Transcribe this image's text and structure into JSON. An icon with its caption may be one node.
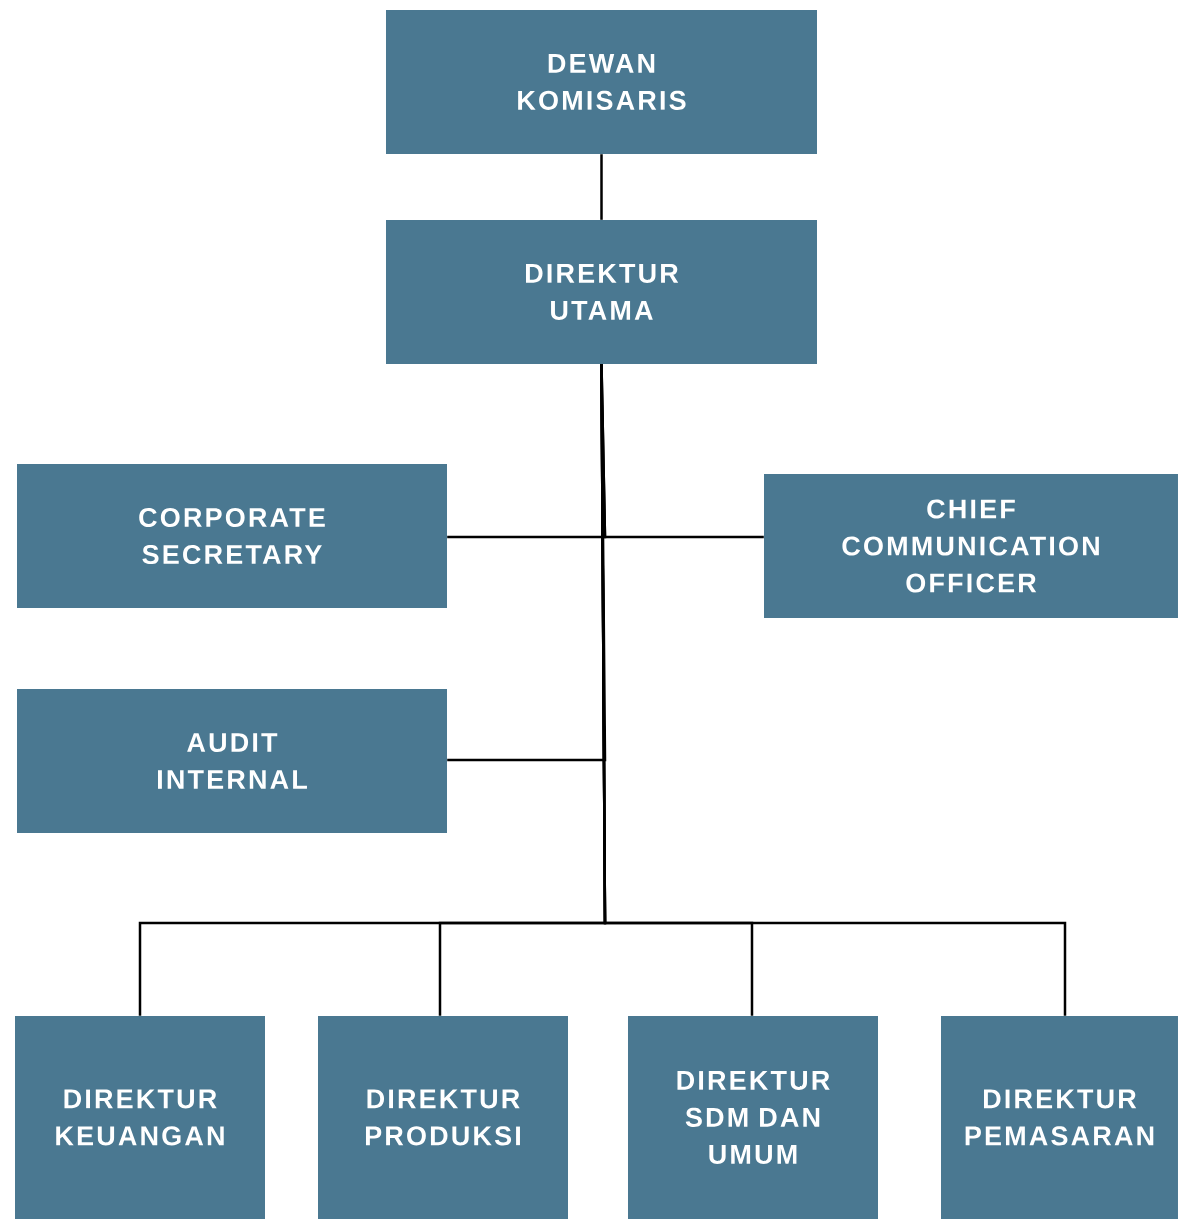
{
  "diagram": {
    "nodes": [
      {
        "text": [
          "DEWAN KOMISARIS"
        ]
      },
      {
        "text": [
          "DIREKTUR UTAMA"
        ]
      },
      {
        "text": [
          "CORPORATE SECRETARY"
        ]
      },
      {
        "text": [
          "CHIEF COMMUNICATION OFFICER"
        ]
      },
      {
        "text": [
          "AUDIT INTERNAL"
        ]
      },
      {
        "text": [
          "DIREKTUR KEUANGAN"
        ]
      },
      {
        "text": [
          "DIREKTUR PRODUKSI"
        ]
      },
      {
        "text": [
          "DIREKTUR SDM DAN UMUM"
        ]
      },
      {
        "text": [
          "DIREKTUR PEMASARAN"
        ]
      }
    ],
    "edges": [
      {
        "from": 0,
        "to": 1,
        "arrow": "none"
      },
      {
        "from": 1,
        "to": 2,
        "arrow": "none"
      },
      {
        "from": 1,
        "to": 3,
        "arrow": "none"
      },
      {
        "from": 1,
        "to": 4,
        "arrow": "none"
      },
      {
        "from": 1,
        "to": 5,
        "arrow": "none"
      },
      {
        "from": 1,
        "to": 6,
        "arrow": "none"
      },
      {
        "from": 1,
        "to": 7,
        "arrow": "none"
      },
      {
        "from": 1,
        "to": 8,
        "arrow": "none"
      }
    ]
  }
}
